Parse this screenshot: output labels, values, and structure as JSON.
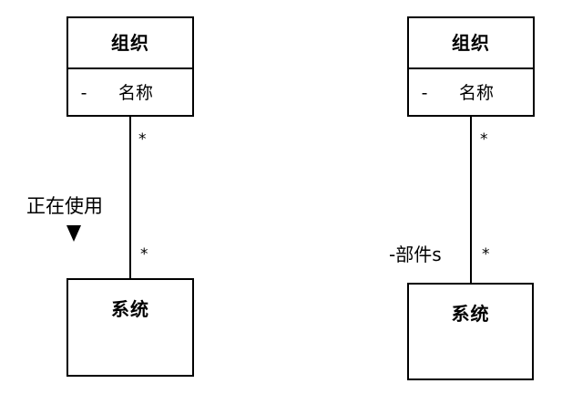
{
  "diagram": {
    "type": "uml-class-diagram",
    "background_color": "#ffffff",
    "line_color": "#000000",
    "left_model": {
      "source_class": {
        "name": "组织",
        "attributes": [
          {
            "visibility": "-",
            "name": "名称"
          }
        ]
      },
      "target_class": {
        "name": "系统",
        "attributes": []
      },
      "association": {
        "label": "正在使用",
        "source_multiplicity": "*",
        "target_multiplicity": "*",
        "direction_marker": "filled-down-triangle"
      }
    },
    "right_model": {
      "source_class": {
        "name": "组织",
        "attributes": [
          {
            "visibility": "-",
            "name": "名称"
          }
        ]
      },
      "target_class": {
        "name": "系统",
        "attributes": []
      },
      "association": {
        "label": "-部件s",
        "source_multiplicity": "*",
        "target_multiplicity": "*",
        "direction_marker": "none"
      }
    }
  }
}
